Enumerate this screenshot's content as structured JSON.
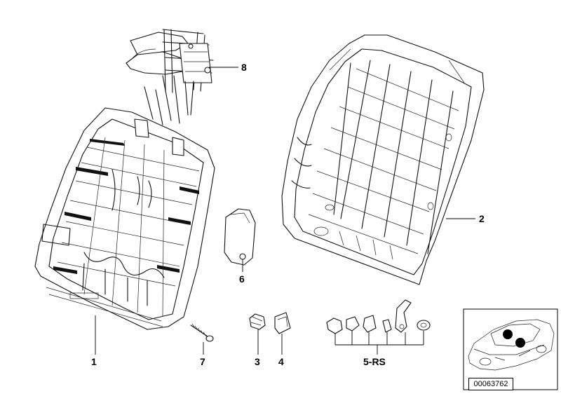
{
  "labels": {
    "p1": "1",
    "p2": "2",
    "p3": "3",
    "p4": "4",
    "p5": "5-RS",
    "p6": "6",
    "p7": "7",
    "p8": "8"
  },
  "reference_number": "00063762",
  "inset": {
    "marker_color": "#000000"
  }
}
